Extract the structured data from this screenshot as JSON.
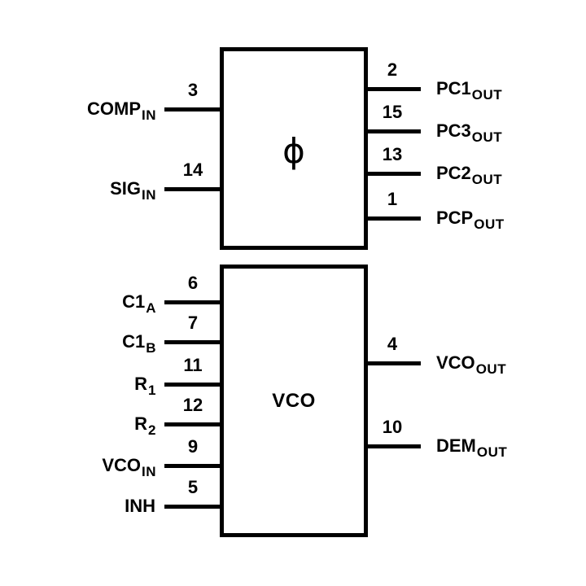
{
  "blocks": {
    "phase_comparator": {
      "symbol": "ϕ"
    },
    "vco": {
      "label": "VCO"
    }
  },
  "pins": {
    "phase_left": [
      {
        "number": "3",
        "name": "COMP",
        "sub": "IN"
      },
      {
        "number": "14",
        "name": "SIG",
        "sub": "IN"
      }
    ],
    "phase_right": [
      {
        "number": "2",
        "name": "PC1",
        "sub": "OUT"
      },
      {
        "number": "15",
        "name": "PC3",
        "sub": "OUT"
      },
      {
        "number": "13",
        "name": "PC2",
        "sub": "OUT"
      },
      {
        "number": "1",
        "name": "PCP",
        "sub": "OUT"
      }
    ],
    "vco_left": [
      {
        "number": "6",
        "name": "C1",
        "sub": "A"
      },
      {
        "number": "7",
        "name": "C1",
        "sub": "B"
      },
      {
        "number": "11",
        "name": "R",
        "sub": "1"
      },
      {
        "number": "12",
        "name": "R",
        "sub": "2"
      },
      {
        "number": "9",
        "name": "VCO",
        "sub": "IN"
      },
      {
        "number": "5",
        "name": "INH",
        "sub": ""
      }
    ],
    "vco_right": [
      {
        "number": "4",
        "name": "VCO",
        "sub": "OUT"
      },
      {
        "number": "10",
        "name": "DEM",
        "sub": "OUT"
      }
    ]
  }
}
